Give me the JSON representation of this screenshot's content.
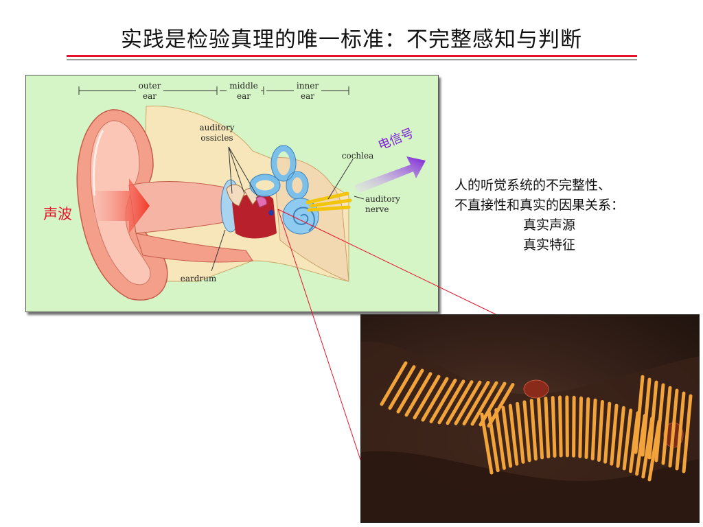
{
  "slide": {
    "title": "实践是检验真理的唯一标准：不完整感知与判断"
  },
  "ear_diagram": {
    "section_labels": {
      "outer_line1": "outer",
      "outer_line2": "ear",
      "middle_line1": "middle",
      "middle_line2": "ear",
      "inner_line1": "inner",
      "inner_line2": "ear"
    },
    "part_labels": {
      "ossicles_line1": "auditory",
      "ossicles_line2": "ossicles",
      "cochlea": "cochlea",
      "nerve_line1": "auditory",
      "nerve_line2": "nerve",
      "eardrum": "eardrum"
    },
    "sound_wave_label": "声波",
    "signal_label": "电信号"
  },
  "description": {
    "line1": "人的听觉系统的不完整性、",
    "line2": "不直接性和真实的因果关系：",
    "line3": "真实声源",
    "line4": "真实特征"
  },
  "colors": {
    "title_rule": "#e8102a",
    "diagram_background": "#d6f5c6",
    "sound_wave": "#e8102a",
    "signal": "#7a1fd6",
    "hair_cells": "#f2a33a"
  }
}
